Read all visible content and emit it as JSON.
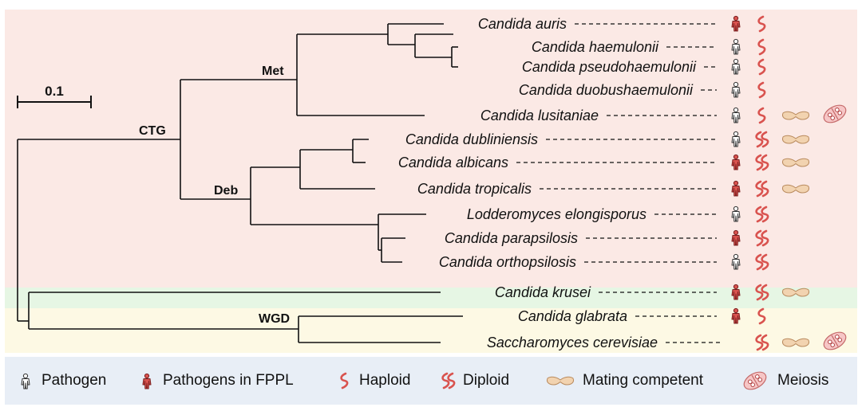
{
  "scale_bar": {
    "label": "0.1"
  },
  "clades": {
    "ctg": "CTG",
    "met": "Met",
    "deb": "Deb",
    "wgd": "WGD"
  },
  "species": [
    {
      "name": "Candida auris",
      "pathogen": "fppl",
      "ploidy": "haploid",
      "mating": false,
      "meiosis": false
    },
    {
      "name": "Candida haemulonii",
      "pathogen": "pathogen",
      "ploidy": "haploid",
      "mating": false,
      "meiosis": false
    },
    {
      "name": "Candida pseudohaemulonii",
      "pathogen": "pathogen",
      "ploidy": "haploid",
      "mating": false,
      "meiosis": false
    },
    {
      "name": "Candida duobushaemulonii",
      "pathogen": "pathogen",
      "ploidy": "haploid",
      "mating": false,
      "meiosis": false
    },
    {
      "name": "Candida lusitaniae",
      "pathogen": "pathogen",
      "ploidy": "haploid",
      "mating": true,
      "meiosis": true
    },
    {
      "name": "Candida dubliniensis",
      "pathogen": "pathogen",
      "ploidy": "diploid",
      "mating": true,
      "meiosis": false
    },
    {
      "name": "Candida albicans",
      "pathogen": "fppl",
      "ploidy": "diploid",
      "mating": true,
      "meiosis": false
    },
    {
      "name": "Candida tropicalis",
      "pathogen": "fppl",
      "ploidy": "diploid",
      "mating": true,
      "meiosis": false
    },
    {
      "name": "Lodderomyces elongisporus",
      "pathogen": "pathogen",
      "ploidy": "diploid",
      "mating": false,
      "meiosis": false
    },
    {
      "name": "Candida parapsilosis",
      "pathogen": "fppl",
      "ploidy": "diploid",
      "mating": false,
      "meiosis": false
    },
    {
      "name": "Candida orthopsilosis",
      "pathogen": "pathogen",
      "ploidy": "diploid",
      "mating": false,
      "meiosis": false
    },
    {
      "name": "Candida krusei",
      "pathogen": "fppl",
      "ploidy": "diploid",
      "mating": true,
      "meiosis": false
    },
    {
      "name": "Candida glabrata",
      "pathogen": "fppl",
      "ploidy": "haploid",
      "mating": false,
      "meiosis": false
    },
    {
      "name": "Saccharomyces cerevisiae",
      "pathogen": "none",
      "ploidy": "diploid",
      "mating": true,
      "meiosis": true
    }
  ],
  "legend": {
    "pathogen": "Pathogen",
    "fppl": "Pathogens in FPPL",
    "haploid": "Haploid",
    "diploid": "Diploid",
    "mating": "Mating competent",
    "meiosis": "Meiosis"
  },
  "colors": {
    "ctg_band": "#fbe9e5",
    "krusei_band": "#e6f6e4",
    "wgd_band": "#fdf9e4",
    "legend_bg": "#e8eef6",
    "fppl": "#d9534f",
    "ploidy": "#d9534f",
    "mating": "#f2d3b0",
    "meiosis": "#f6c6c6"
  }
}
